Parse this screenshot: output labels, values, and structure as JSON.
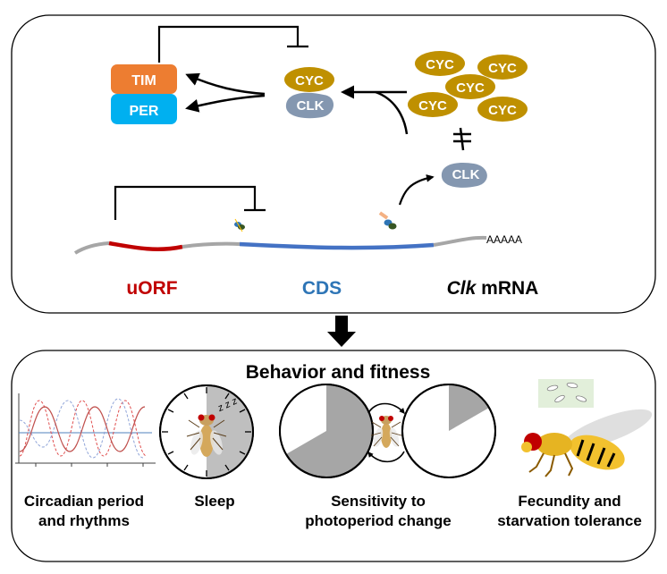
{
  "top_panel": {
    "proteins": {
      "tim": "TIM",
      "per": "PER",
      "cyc": "CYC",
      "clk": "CLK"
    },
    "mrna": {
      "poly_a": "AAAAA",
      "uorf_label": "uORF",
      "cds_label": "CDS",
      "gene_label_italic": "Clk",
      "gene_label_rest": " mRNA"
    },
    "colors": {
      "tim": "#ed7d31",
      "per": "#00b0f0",
      "cyc": "#bf9000",
      "clk": "#8497b0",
      "uorf": "#c00000",
      "cds": "#4472c4",
      "utr": "#a6a6a6"
    }
  },
  "bottom_panel": {
    "title": "Behavior and fitness",
    "items": [
      {
        "line1": "Circadian period",
        "line2": "and rhythms"
      },
      {
        "line1": "Sleep",
        "line2": ""
      },
      {
        "line1": "Sensitivity to",
        "line2": "photoperiod change"
      },
      {
        "line1": "Fecundity and",
        "line2": "starvation tolerance"
      }
    ],
    "sleep_glyph": "z z z"
  }
}
